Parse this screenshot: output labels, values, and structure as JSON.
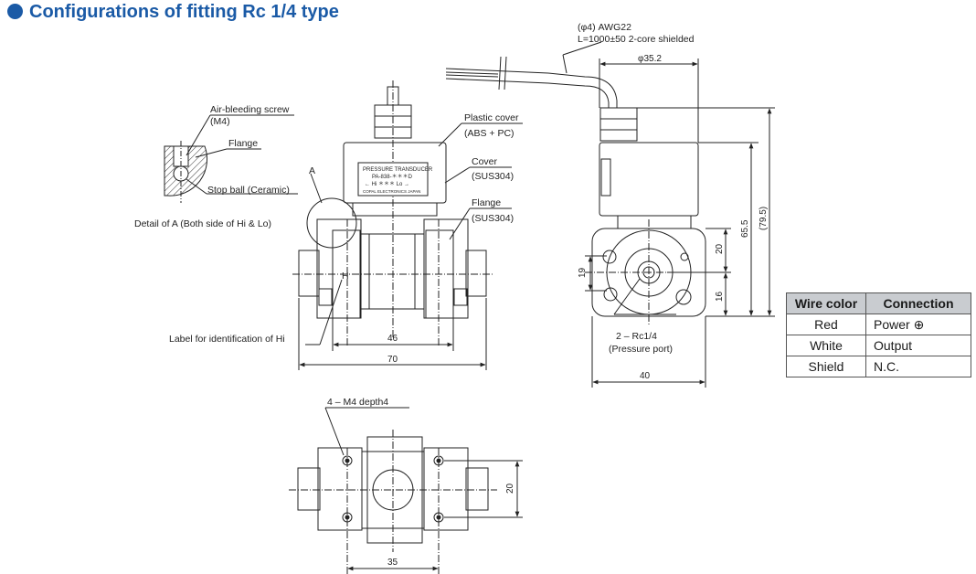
{
  "title": "Configurations of fitting Rc 1/4 type",
  "cable": {
    "spec1": "(φ4)  AWG22",
    "spec2": "L=1000±50   2-core shielded"
  },
  "callouts": {
    "air_bleed_1": "Air-bleeding screw",
    "air_bleed_2": "(M4)",
    "flange_detail": "Flange",
    "stop_ball": "Stop ball (Ceramic)",
    "detail_a": "Detail of A (Both side of Hi & Lo)",
    "a_mark": "A",
    "plastic_cover_1": "Plastic cover",
    "plastic_cover_2": "(ABS + PC)",
    "cover_1": "Cover",
    "cover_2": "(SUS304)",
    "flange_1": "Flange",
    "flange_2": "(SUS304)",
    "hi_label": "Label for identification of Hi",
    "hi_mark": "H",
    "port_1": "2 – Rc1/4",
    "port_2": "(Pressure port)",
    "m4_depth": "4 – M4 depth4"
  },
  "nameplate": {
    "line1": "PRESSURE TRANSDUCER",
    "line2": "PA-838-＊＊＊D",
    "line3": "←  Hi    ＊＊＊  Lo  →",
    "line4": "COPAL ELECTRONICS JAPAN"
  },
  "dimensions": {
    "d46": "46",
    "d70": "70",
    "d40": "40",
    "phi352": "φ35.2",
    "d20": "20",
    "d655": "65.5",
    "d795": "(79.5)",
    "d19": "19",
    "d16": "16",
    "d20b": "20",
    "d35": "35"
  },
  "wire_table": {
    "headers": [
      "Wire color",
      "Connection"
    ],
    "rows": [
      {
        "color": "Red",
        "connection": "Power ⊕"
      },
      {
        "color": "White",
        "connection": "Output"
      },
      {
        "color": "Shield",
        "connection": "N.C."
      }
    ]
  }
}
